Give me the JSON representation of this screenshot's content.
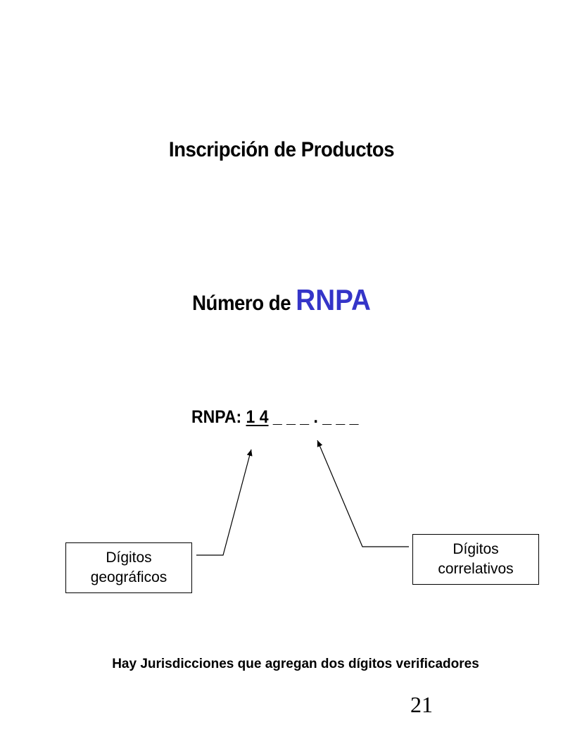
{
  "title": "Inscripción de Productos",
  "subtitle": {
    "lead": "Número de ",
    "accent": "RNPA",
    "accent_color": "#3535c8"
  },
  "format": {
    "label": "RNPA: ",
    "fixed_digits": "1 4",
    "placeholder": " _ _ _ . _ _ _"
  },
  "callouts": {
    "geographic": [
      "Dígitos",
      "geográficos"
    ],
    "correlative": [
      "Dígitos",
      "correlativos"
    ]
  },
  "footnote": "Hay Jurisdicciones que agregan dos dígitos verificadores",
  "page_number": "21"
}
